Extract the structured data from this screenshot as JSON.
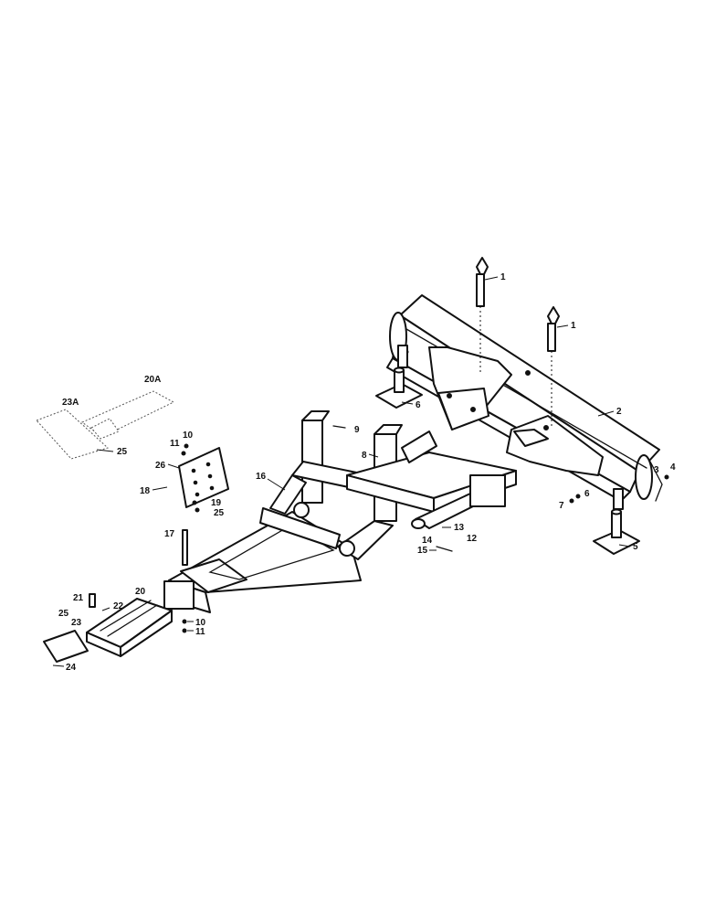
{
  "diagram": {
    "callouts": [
      {
        "id": "c1a",
        "text": "1"
      },
      {
        "id": "c1b",
        "text": "1"
      },
      {
        "id": "c2",
        "text": "2"
      },
      {
        "id": "c3",
        "text": "3"
      },
      {
        "id": "c4",
        "text": "4"
      },
      {
        "id": "c5",
        "text": "5"
      },
      {
        "id": "c6a",
        "text": "6"
      },
      {
        "id": "c6b",
        "text": "6"
      },
      {
        "id": "c7",
        "text": "7"
      },
      {
        "id": "c8",
        "text": "8"
      },
      {
        "id": "c9",
        "text": "9"
      },
      {
        "id": "c10a",
        "text": "10"
      },
      {
        "id": "c10b",
        "text": "10"
      },
      {
        "id": "c11a",
        "text": "11"
      },
      {
        "id": "c11b",
        "text": "11"
      },
      {
        "id": "c12",
        "text": "12"
      },
      {
        "id": "c13",
        "text": "13"
      },
      {
        "id": "c14",
        "text": "14"
      },
      {
        "id": "c15",
        "text": "15"
      },
      {
        "id": "c16",
        "text": "16"
      },
      {
        "id": "c17",
        "text": "17"
      },
      {
        "id": "c18",
        "text": "18"
      },
      {
        "id": "c19",
        "text": "19"
      },
      {
        "id": "c20",
        "text": "20"
      },
      {
        "id": "c20A",
        "text": "20A"
      },
      {
        "id": "c21",
        "text": "21"
      },
      {
        "id": "c22",
        "text": "22"
      },
      {
        "id": "c23",
        "text": "23"
      },
      {
        "id": "c23A",
        "text": "23A"
      },
      {
        "id": "c24",
        "text": "24"
      },
      {
        "id": "c25a",
        "text": "25"
      },
      {
        "id": "c25b",
        "text": "25"
      },
      {
        "id": "c25c",
        "text": "25"
      },
      {
        "id": "c26",
        "text": "26"
      }
    ]
  }
}
